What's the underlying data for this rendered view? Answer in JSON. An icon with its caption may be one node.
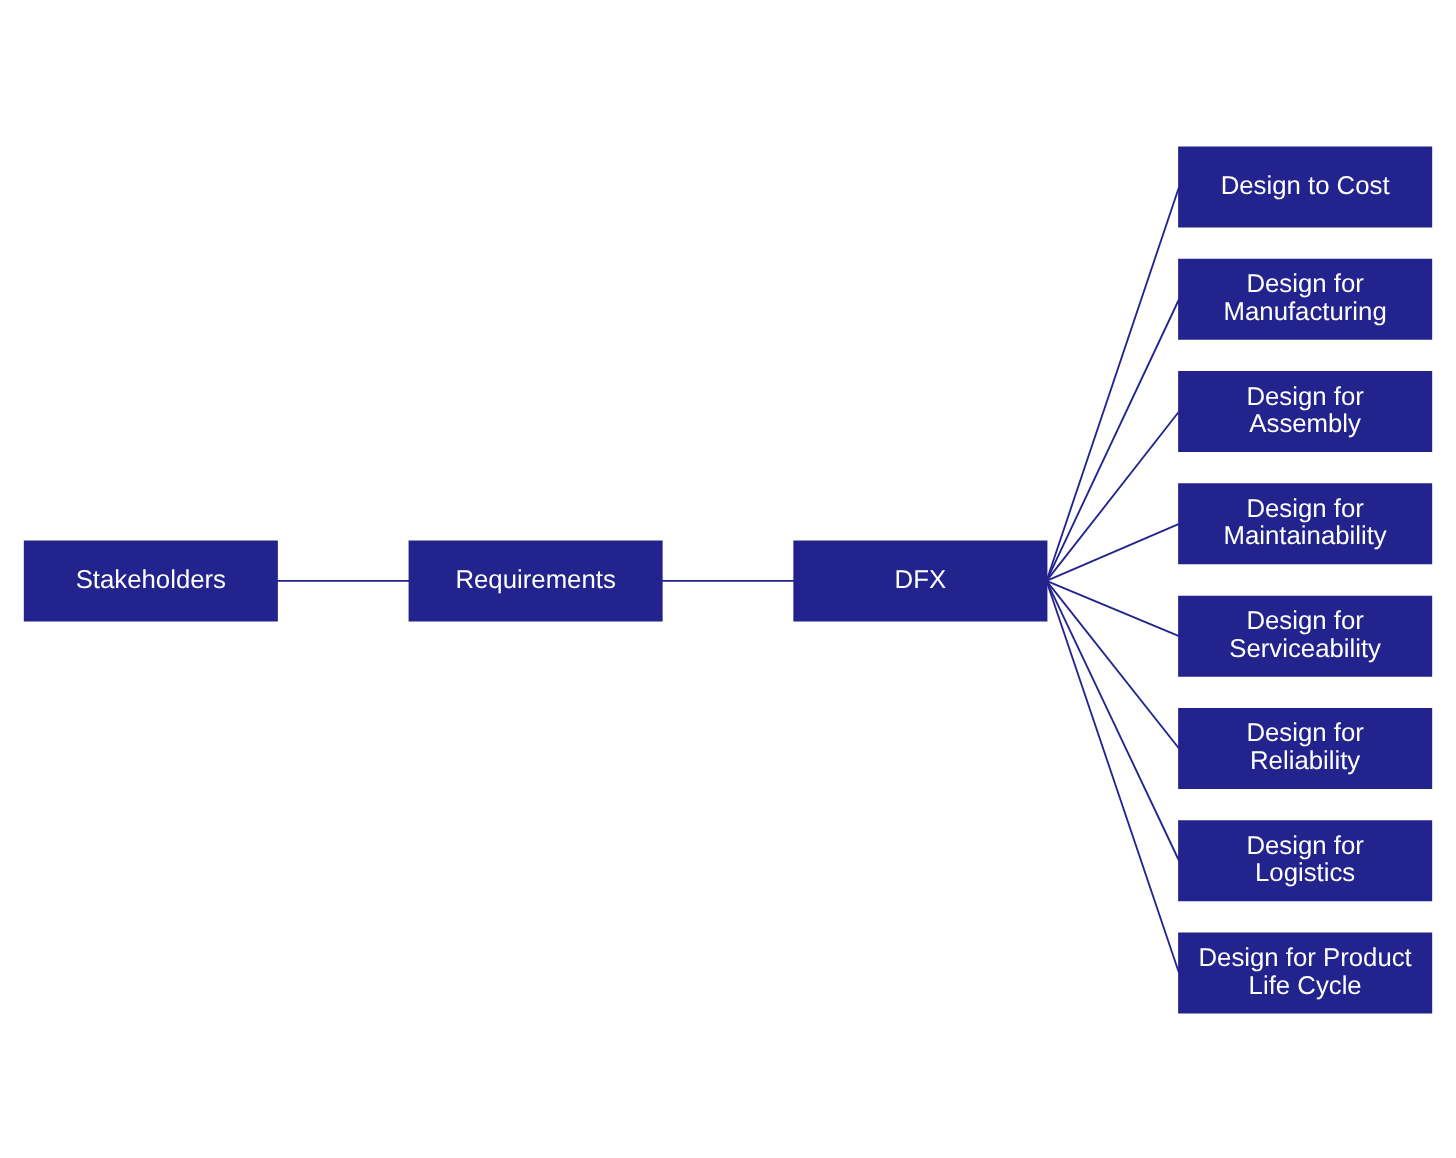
{
  "diagram": {
    "nodes": [
      {
        "text": [
          "Stakeholders"
        ]
      },
      {
        "text": [
          "Requirements"
        ]
      },
      {
        "text": [
          "DFX"
        ]
      },
      {
        "text": [
          "Design to Cost"
        ]
      },
      {
        "text": [
          "Design for Manufacturing"
        ]
      },
      {
        "text": [
          "Design for Assembly"
        ]
      },
      {
        "text": [
          "Design for Maintainability"
        ]
      },
      {
        "text": [
          "Design for Serviceability"
        ]
      },
      {
        "text": [
          "Design for Reliability"
        ]
      },
      {
        "text": [
          "Design for Logistics"
        ]
      },
      {
        "text": [
          "Design for Product Life Cycle"
        ]
      }
    ],
    "edges": [
      {
        "from": 0,
        "to": 1,
        "arrow": "none"
      },
      {
        "from": 1,
        "to": 2,
        "arrow": "none"
      },
      {
        "from": 2,
        "to": 3,
        "arrow": "none"
      },
      {
        "from": 2,
        "to": 4,
        "arrow": "none"
      },
      {
        "from": 2,
        "to": 5,
        "arrow": "none"
      },
      {
        "from": 2,
        "to": 6,
        "arrow": "none"
      },
      {
        "from": 2,
        "to": 7,
        "arrow": "none"
      },
      {
        "from": 2,
        "to": 8,
        "arrow": "none"
      },
      {
        "from": 2,
        "to": 9,
        "arrow": "none"
      },
      {
        "from": 2,
        "to": 10,
        "arrow": "none"
      }
    ]
  }
}
